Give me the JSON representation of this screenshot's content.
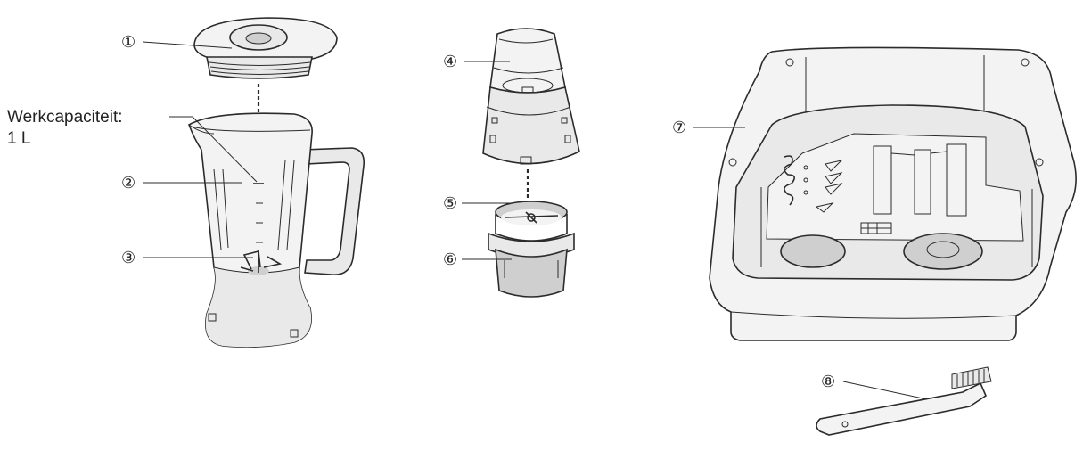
{
  "labels": {
    "lid": "①",
    "jug": "②",
    "blade": "③",
    "mill_cup": "④",
    "mill_blade": "⑤",
    "mill_base": "⑥",
    "storage_box": "⑦",
    "brush": "⑧"
  },
  "capacity": {
    "line1": "Werkcapaciteit:",
    "line2": "1 L"
  }
}
